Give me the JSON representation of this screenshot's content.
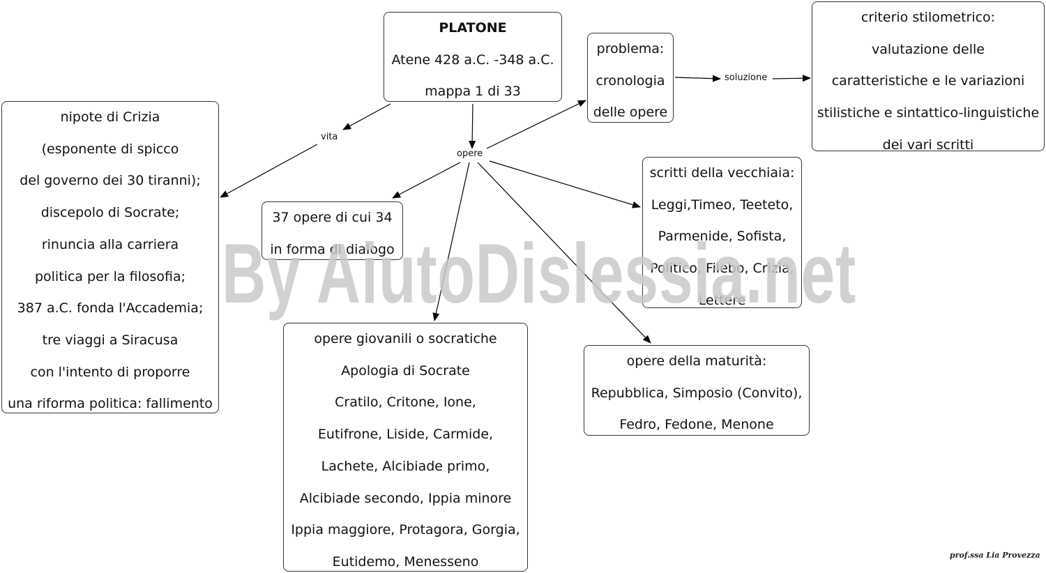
{
  "root": {
    "title": "PLATONE",
    "lines": [
      "Atene 428 a.C. -348 a.C.",
      "mappa 1 di 33"
    ]
  },
  "link_labels": {
    "vita": "vita",
    "opere": "opere",
    "soluzione": "soluzione"
  },
  "nodes": {
    "vita": [
      "nipote di Crizia",
      "(esponente di spicco",
      "del governo dei 30 tiranni);",
      "discepolo di Socrate;",
      "rinuncia alla carriera",
      "politica per la filosofia;",
      "387 a.C. fonda l'Accademia;",
      "tre viaggi a Siracusa",
      "con l'intento di proporre",
      "una riforma politica: fallimento"
    ],
    "count": [
      "37 opere di cui 34",
      "in forma di dialogo"
    ],
    "problema": [
      "problema:",
      "cronologia",
      "delle opere"
    ],
    "criterio": [
      "criterio stilometrico:",
      "valutazione delle",
      "caratteristiche e le variazioni",
      "stilistiche e sintattico-linguistiche",
      "dei vari scritti"
    ],
    "vecchiaia": [
      "scritti della vecchiaia:",
      "Leggi,Timeo, Teeteto,",
      "Parmenide, Sofista,",
      "Politico, Filebo, Crizia,",
      "Lettere"
    ],
    "giovanili": [
      "opere giovanili o socratiche",
      "Apologia di Socrate",
      "Cratilo, Critone, Ione,",
      "Eutifrone, Liside, Carmide,",
      "Lachete, Alcibiade primo,",
      "Alcibiade secondo,  Ippia minore",
      "Ippia maggiore, Protagora, Gorgia,",
      "Eutidemo, Menesseno"
    ],
    "maturita": [
      "opere della maturità:",
      "Repubblica, Simposio (Convito),",
      "Fedro, Fedone, Menone"
    ]
  },
  "watermark": "By AiutoDislessia.net",
  "signature": "prof.ssa Lia Provezza"
}
